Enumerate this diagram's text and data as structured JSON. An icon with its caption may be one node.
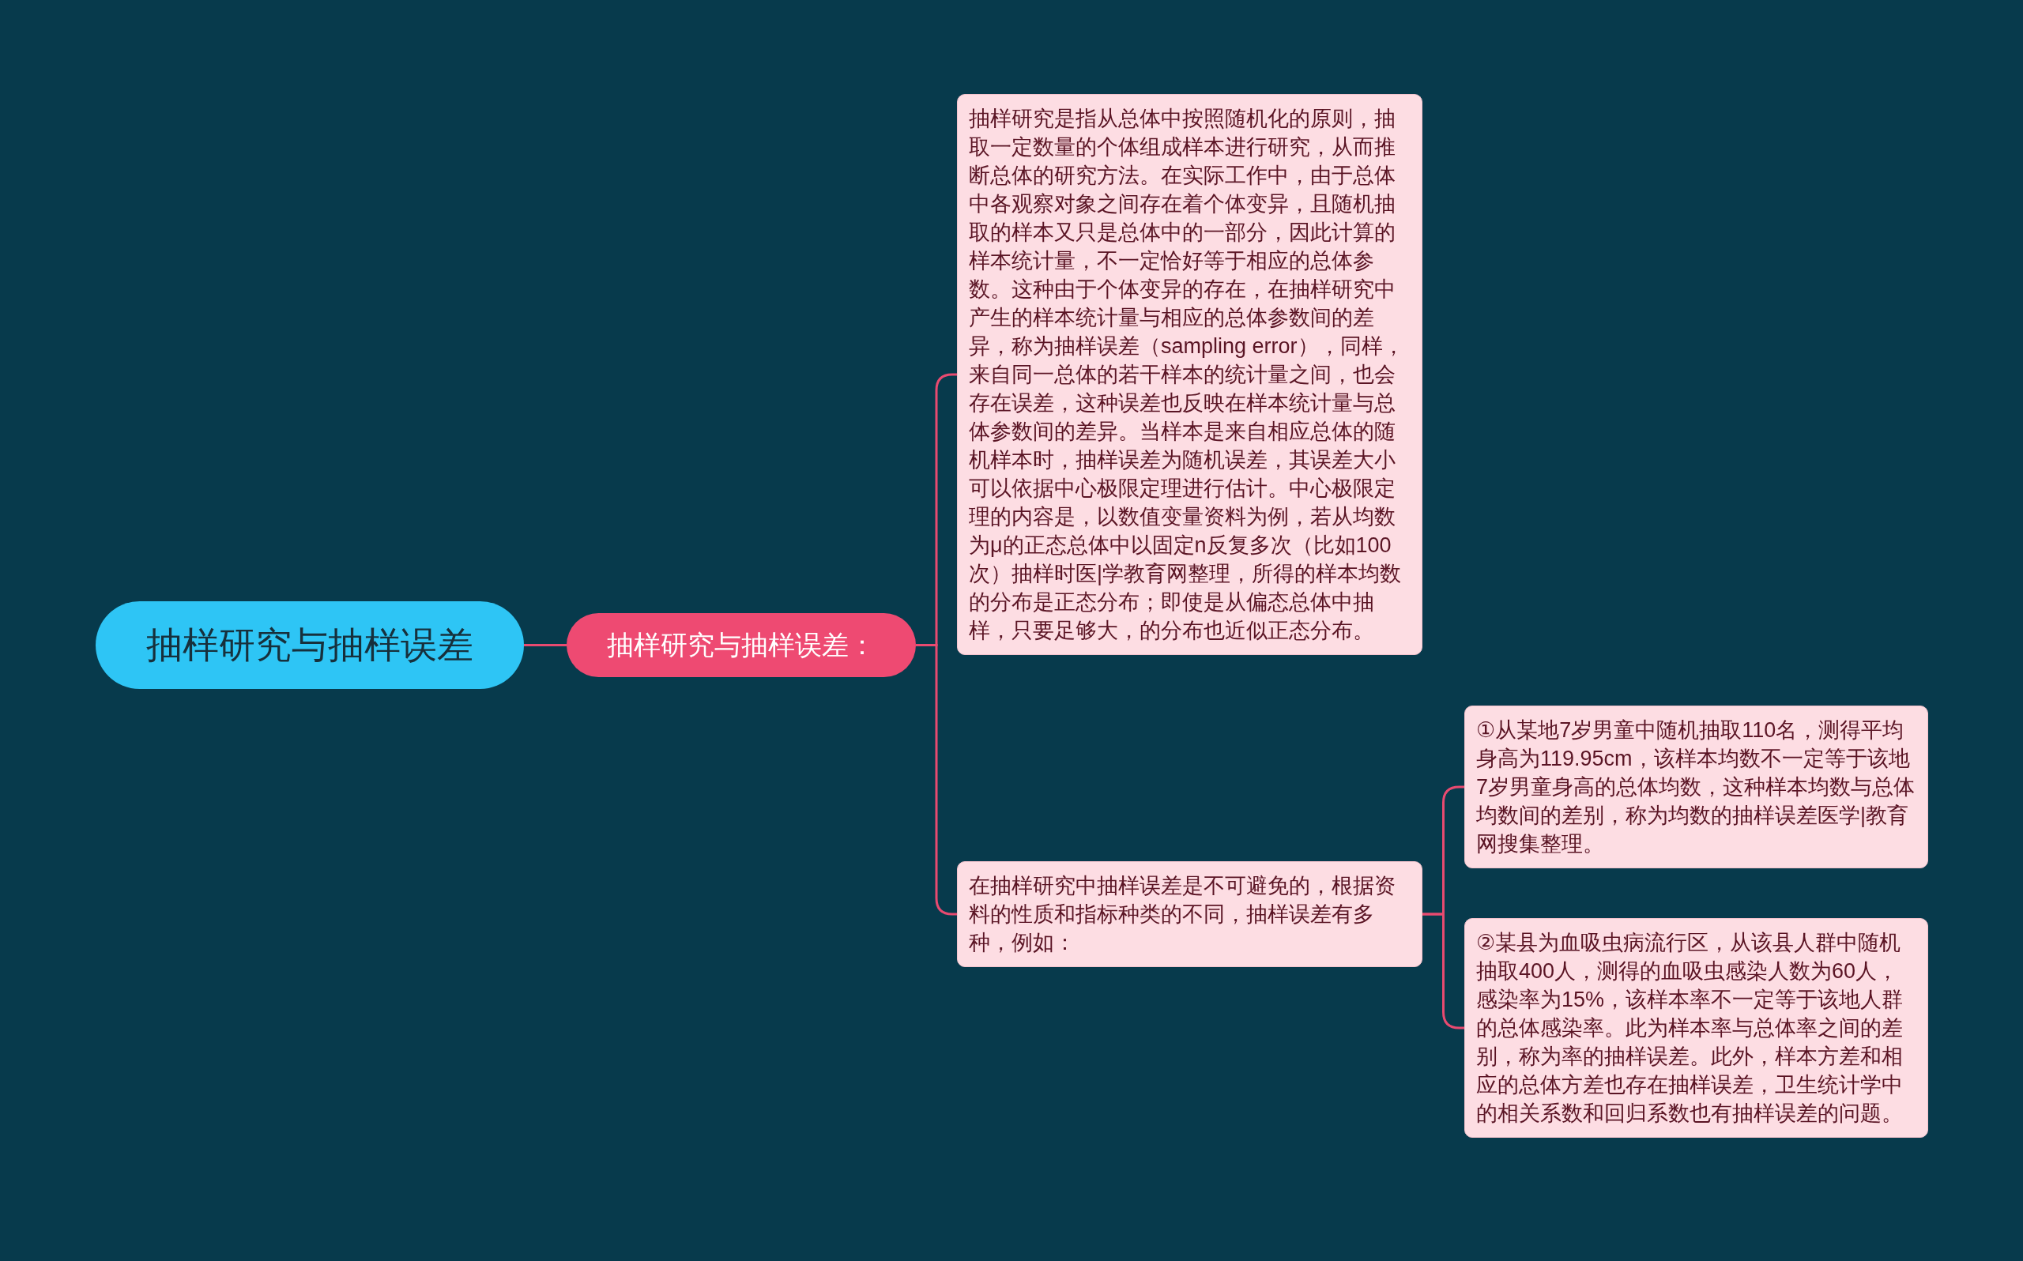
{
  "diagram": {
    "nodes": [
      {
        "text": [
          "抽样研究与抽样误差"
        ]
      },
      {
        "text": [
          "抽样研究与抽样误差："
        ]
      },
      {
        "text": [
          "抽样研究是指从总体中按照随机化的原则，抽取一定数量的个体组成样本进行研究，从而推断总体的研究方法。在实际工作中，由于总体中各观察对象之间存在着个体变异，且随机抽取的样本又只是总体中的一部分，因此计算的样本统计量，不一定恰好等于相应的总体参数。这种由于个体变异的存在，在抽样研究中产生的样本统计量与相应的总体参数间的差异，称为抽样误差（sampling error），同样，来自同一总体的若干样本的统计量之间，也会存在误差，这种误差也反映在样本统计量与总体参数间的差异。当样本是来自相应总体的随机样本时，抽样误差为随机误差，其误差大小可以依据中心极限定理进行估计。中心极限定理的内容是，以数值变量资料为例，若从均数为μ的正态总体中以固定n反复多次（比如100次）抽样时医|学教育网整理，所得的样本均数的分布是正态分布；即使是从偏态总体中抽样，只要足够大，的分布也近似正态分布。"
        ]
      },
      {
        "text": [
          "在抽样研究中抽样误差是不可避免的，根据资料的性质和指标种类的不同，抽样误差有多种，例如："
        ]
      },
      {
        "text": [
          "①从某地7岁男童中随机抽取110名，测得平均身高为119.95cm，该样本均数不一定等于该地7岁男童身高的总体均数，这种样本均数与总体均数间的差别，称为均数的抽样误差医学|教育网搜集整理。"
        ]
      },
      {
        "text": [
          "②某县为血吸虫病流行区，从该县人群中随机抽取400人，测得的血吸虫感染人数为60人，感染率为15%，该样本率不一定等于该地人群的总体感染率。此为样本率与总体率之间的差别，称为率的抽样误差。此外，样本方差和相应的总体方差也存在抽样误差，卫生统计学中的相关系数和回归系数也有抽样误差的问题。"
        ]
      }
    ],
    "edges": [
      {
        "from": 0,
        "to": 1,
        "arrow": "none"
      },
      {
        "from": 1,
        "to": 2,
        "arrow": "none"
      },
      {
        "from": 1,
        "to": 3,
        "arrow": "none"
      },
      {
        "from": 3,
        "to": 4,
        "arrow": "none"
      },
      {
        "from": 3,
        "to": 5,
        "arrow": "none"
      }
    ]
  }
}
